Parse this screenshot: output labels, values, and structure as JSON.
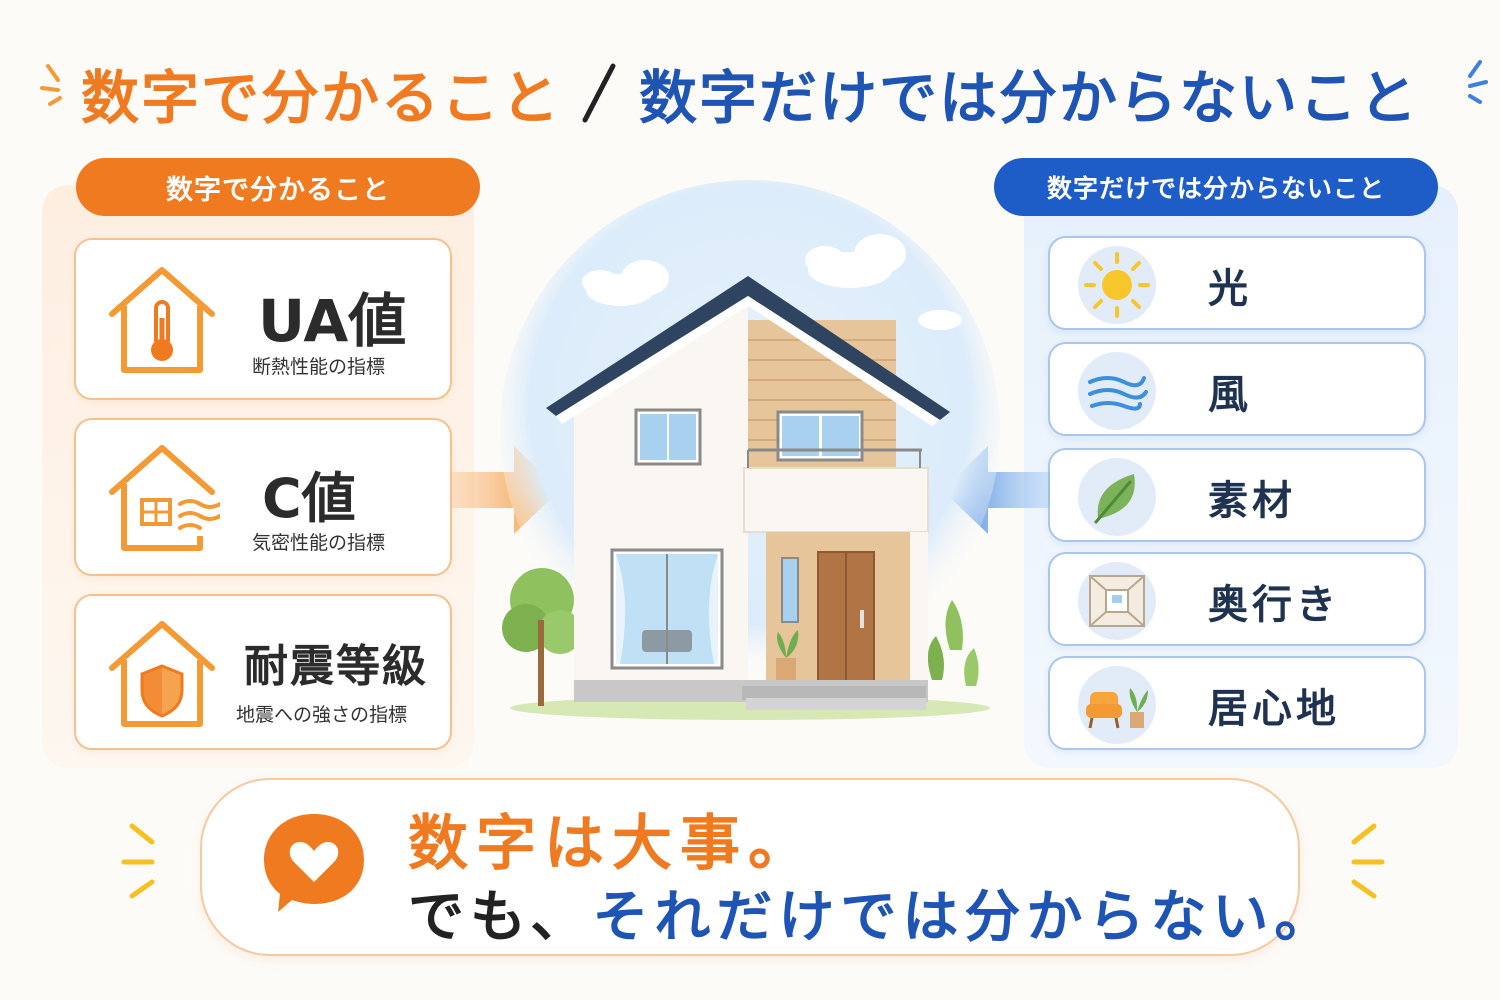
{
  "title": {
    "left": "数字で分かること",
    "right": "数字だけでは分からないこと"
  },
  "left_panel": {
    "label": "数字で分かること",
    "items": [
      {
        "name": "UA値",
        "sub": "断熱性能の指標",
        "icon": "house-thermometer-icon"
      },
      {
        "name": "C値",
        "sub": "気密性能の指標",
        "icon": "house-airflow-icon"
      },
      {
        "name": "耐震等級",
        "sub": "地震への強さの指標",
        "icon": "house-shield-icon"
      }
    ]
  },
  "right_panel": {
    "label": "数字だけでは分からないこと",
    "items": [
      {
        "name": "光",
        "icon": "sun-icon"
      },
      {
        "name": "風",
        "icon": "wind-icon"
      },
      {
        "name": "素材",
        "icon": "leaf-icon"
      },
      {
        "name": "奥行き",
        "icon": "room-depth-icon"
      },
      {
        "name": "居心地",
        "icon": "armchair-plant-icon"
      }
    ]
  },
  "message": {
    "line1": "数字は大事。",
    "line2_prefix": "でも、",
    "line2_emphasis": "それだけでは分からない。",
    "icon": "heart-speech-bubble-icon"
  },
  "colors": {
    "orange": "#f07a20",
    "blue": "#1e54b4",
    "orange_border": "#f6c08e",
    "blue_border": "#a9c6ee"
  }
}
